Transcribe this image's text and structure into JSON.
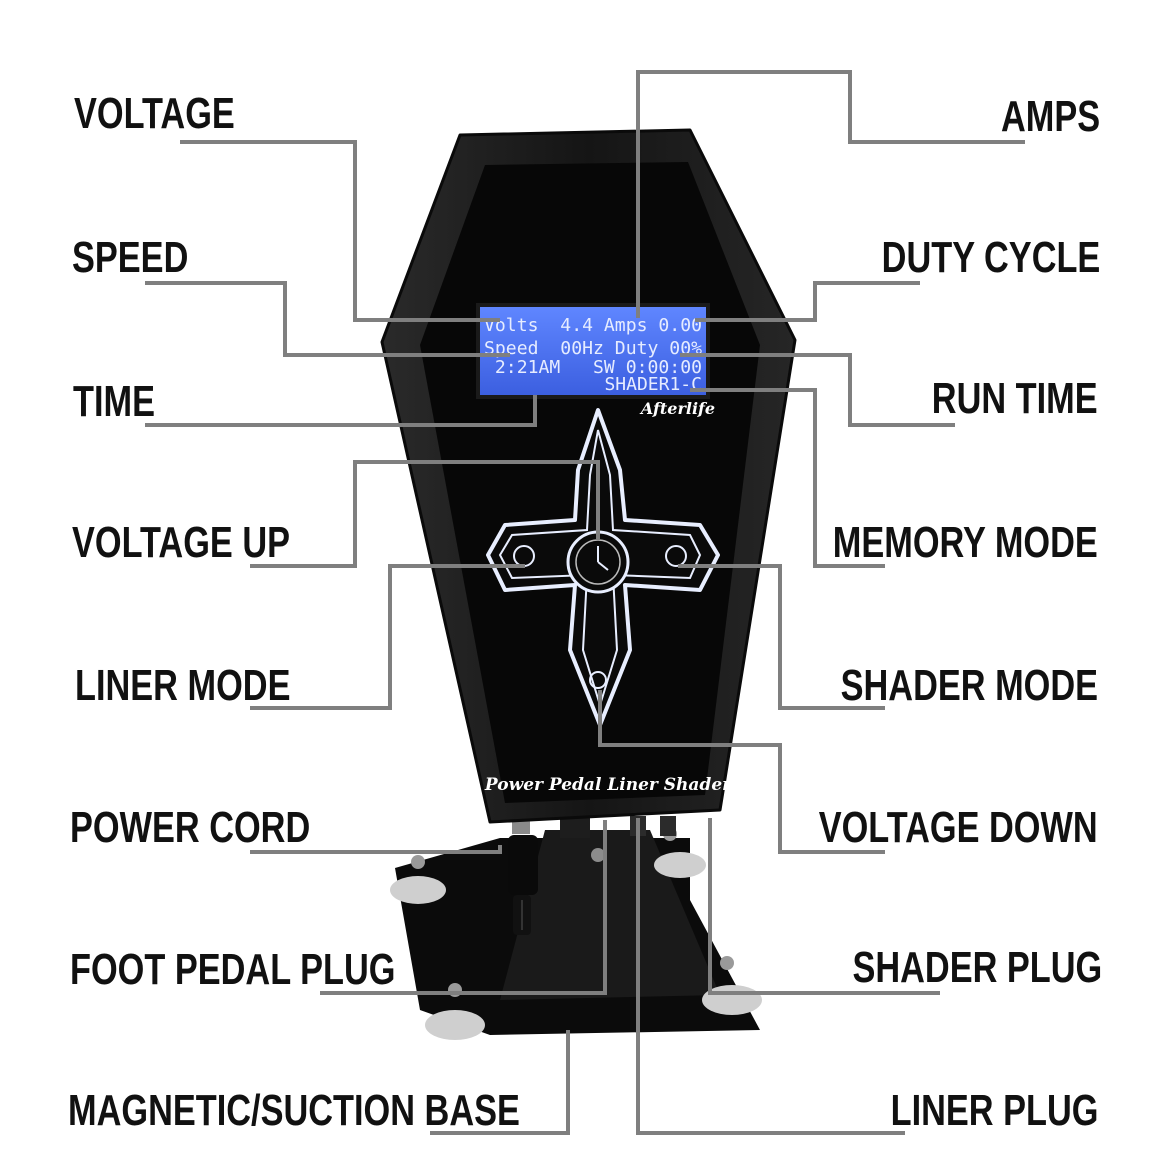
{
  "labels": {
    "voltage": "VOLTAGE",
    "speed": "SPEED",
    "time": "TIME",
    "voltage_up": "VOLTAGE UP",
    "liner_mode": "LINER MODE",
    "power_cord": "POWER CORD",
    "foot_pedal_plug": "FOOT PEDAL PLUG",
    "magnetic_suction_base": "MAGNETIC/SUCTION BASE",
    "amps": "AMPS",
    "duty_cycle": "DUTY CYCLE",
    "run_time": "RUN TIME",
    "memory_mode": "MEMORY MODE",
    "shader_mode": "SHADER MODE",
    "voltage_down": "VOLTAGE DOWN",
    "shader_plug": "SHADER PLUG",
    "liner_plug": "LINER PLUG"
  },
  "lcd": {
    "line1": "Volts  4.4 Amps 0.00",
    "line2": "Speed  00Hz Duty 00%",
    "line3": " 2:21AM   SW 0:00:00",
    "line4": "SHADER1-C"
  },
  "device": {
    "brand": "Afterlife",
    "model": "Power Pedal Liner Shader"
  },
  "colors": {
    "leader": "#7f7f7f",
    "body": "#121212",
    "panel": "#060606",
    "lcd_bg": "#4a70ee",
    "lcd_text": "#e6ecff"
  }
}
